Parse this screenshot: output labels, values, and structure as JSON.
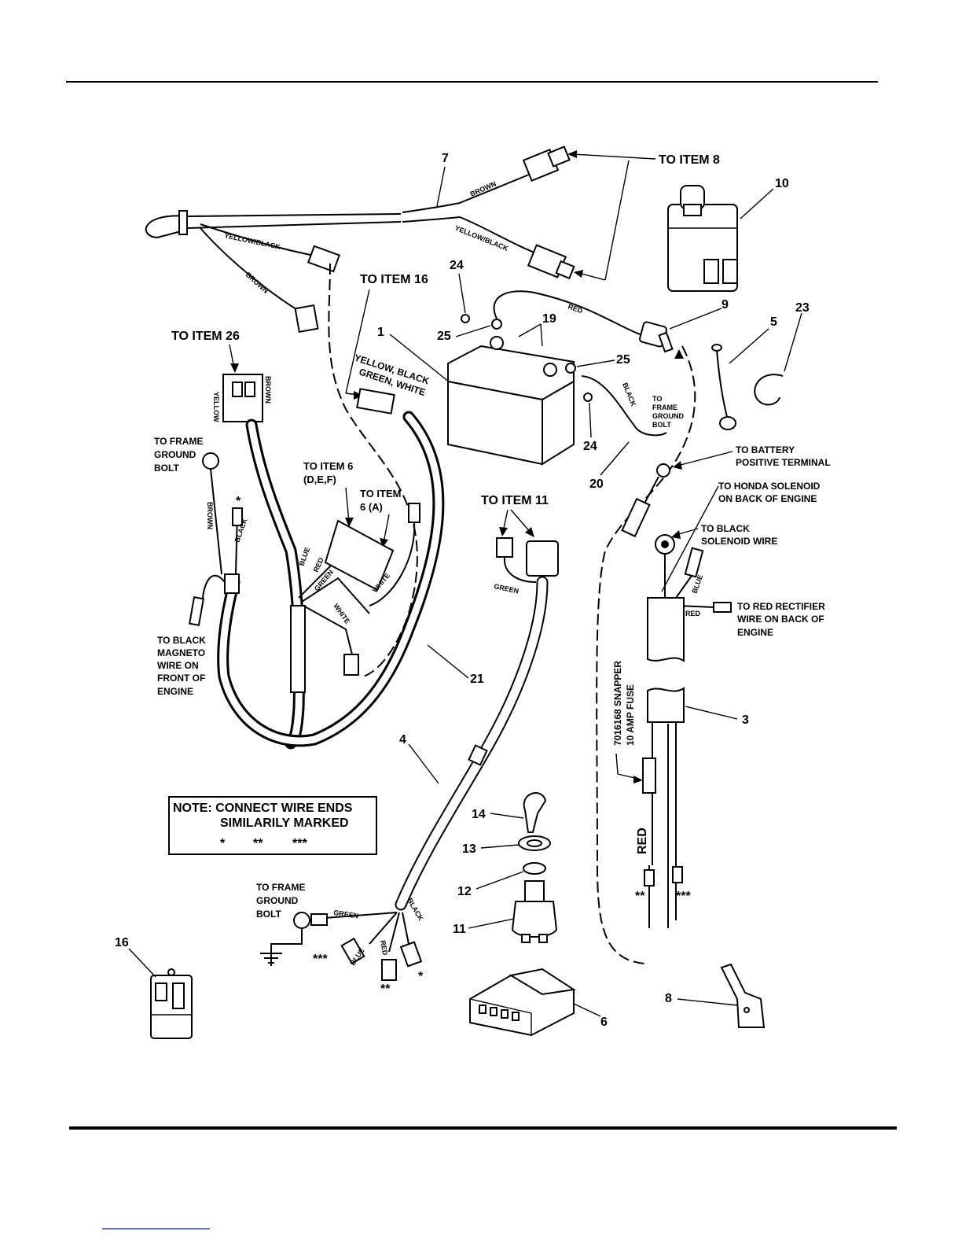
{
  "labels": {
    "to_item_8": "TO ITEM 8",
    "to_item_16": "TO ITEM 16",
    "to_item_26": "TO ITEM 26",
    "to_item_6_def_l1": "TO ITEM 6",
    "to_item_6_def_l2": "(D,E,F)",
    "to_item_6_a_l1": "TO ITEM",
    "to_item_6_a_l2": "6 (A)",
    "to_item_11": "TO ITEM 11",
    "frame_ground_1_l1": "TO FRAME",
    "frame_ground_1_l2": "GROUND",
    "frame_ground_1_l3": "BOLT",
    "frame_ground_2_l1": "TO FRAME",
    "frame_ground_2_l2": "GROUND",
    "frame_ground_2_l3": "BOLT",
    "frame_ground_3_l1": "TO",
    "frame_ground_3_l2": "FRAME",
    "frame_ground_3_l3": "GROUND",
    "frame_ground_3_l4": "BOLT",
    "black_magneto_l1": "TO BLACK",
    "black_magneto_l2": "MAGNETO",
    "black_magneto_l3": "WIRE ON",
    "black_magneto_l4": "FRONT OF",
    "black_magneto_l5": "ENGINE",
    "battery_pos_l1": "TO BATTERY",
    "battery_pos_l2": "POSITIVE TERMINAL",
    "honda_sol_l1": "TO HONDA SOLENOID",
    "honda_sol_l2": "ON BACK OF ENGINE",
    "black_sol_l1": "TO BLACK",
    "black_sol_l2": "SOLENOID WIRE",
    "red_rect_l1": "TO RED RECTIFIER",
    "red_rect_l2": "WIRE ON BACK OF",
    "red_rect_l3": "ENGINE",
    "fuse_l1": "7016168 SNAPPER",
    "fuse_l2": "10 AMP FUSE"
  },
  "wire_colors": {
    "brown_top": "BROWN",
    "yellow_black_top": "YELLOW/BLACK",
    "yellow_black_left": "YELLOW/BLACK",
    "brown_left": "BROWN",
    "red_battery": "RED",
    "black_battery": "BLACK",
    "yellow_black_green_white_l1": "YELLOW, BLACK",
    "yellow_black_green_white_l2": "GREEN, WHITE",
    "conn26_brown": "BROWN",
    "conn26_yellow": "YELLOW",
    "brown_ground": "BROWN",
    "black_ground": "BLACK",
    "blue_h": "BLUE",
    "red_h": "RED",
    "green_h": "GREEN",
    "white_h1": "WHITE",
    "white_h2": "WHITE",
    "green_item11": "GREEN",
    "green_bottom": "GREEN",
    "black_bottom": "BLACK",
    "red_bottom": "RED",
    "blue_bottom": "BLUE",
    "blue_sol": "BLUE",
    "red_sol": "RED",
    "red_fuse": "RED"
  },
  "markers": {
    "single": "*",
    "double": "**",
    "triple": "***"
  },
  "item_numbers": {
    "n1": "1",
    "n3": "3",
    "n4": "4",
    "n5": "5",
    "n6": "6",
    "n7": "7",
    "n8": "8",
    "n9": "9",
    "n10": "10",
    "n11": "11",
    "n12": "12",
    "n13": "13",
    "n14": "14",
    "n16": "16",
    "n19": "19",
    "n20": "20",
    "n21": "21",
    "n23": "23",
    "n24a": "24",
    "n24b": "24",
    "n25a": "25",
    "n25b": "25"
  },
  "note": {
    "line1": "NOTE: CONNECT WIRE ENDS",
    "line2": "SIMILARILY MARKED",
    "m1": "*",
    "m2": "**",
    "m3": "***"
  }
}
